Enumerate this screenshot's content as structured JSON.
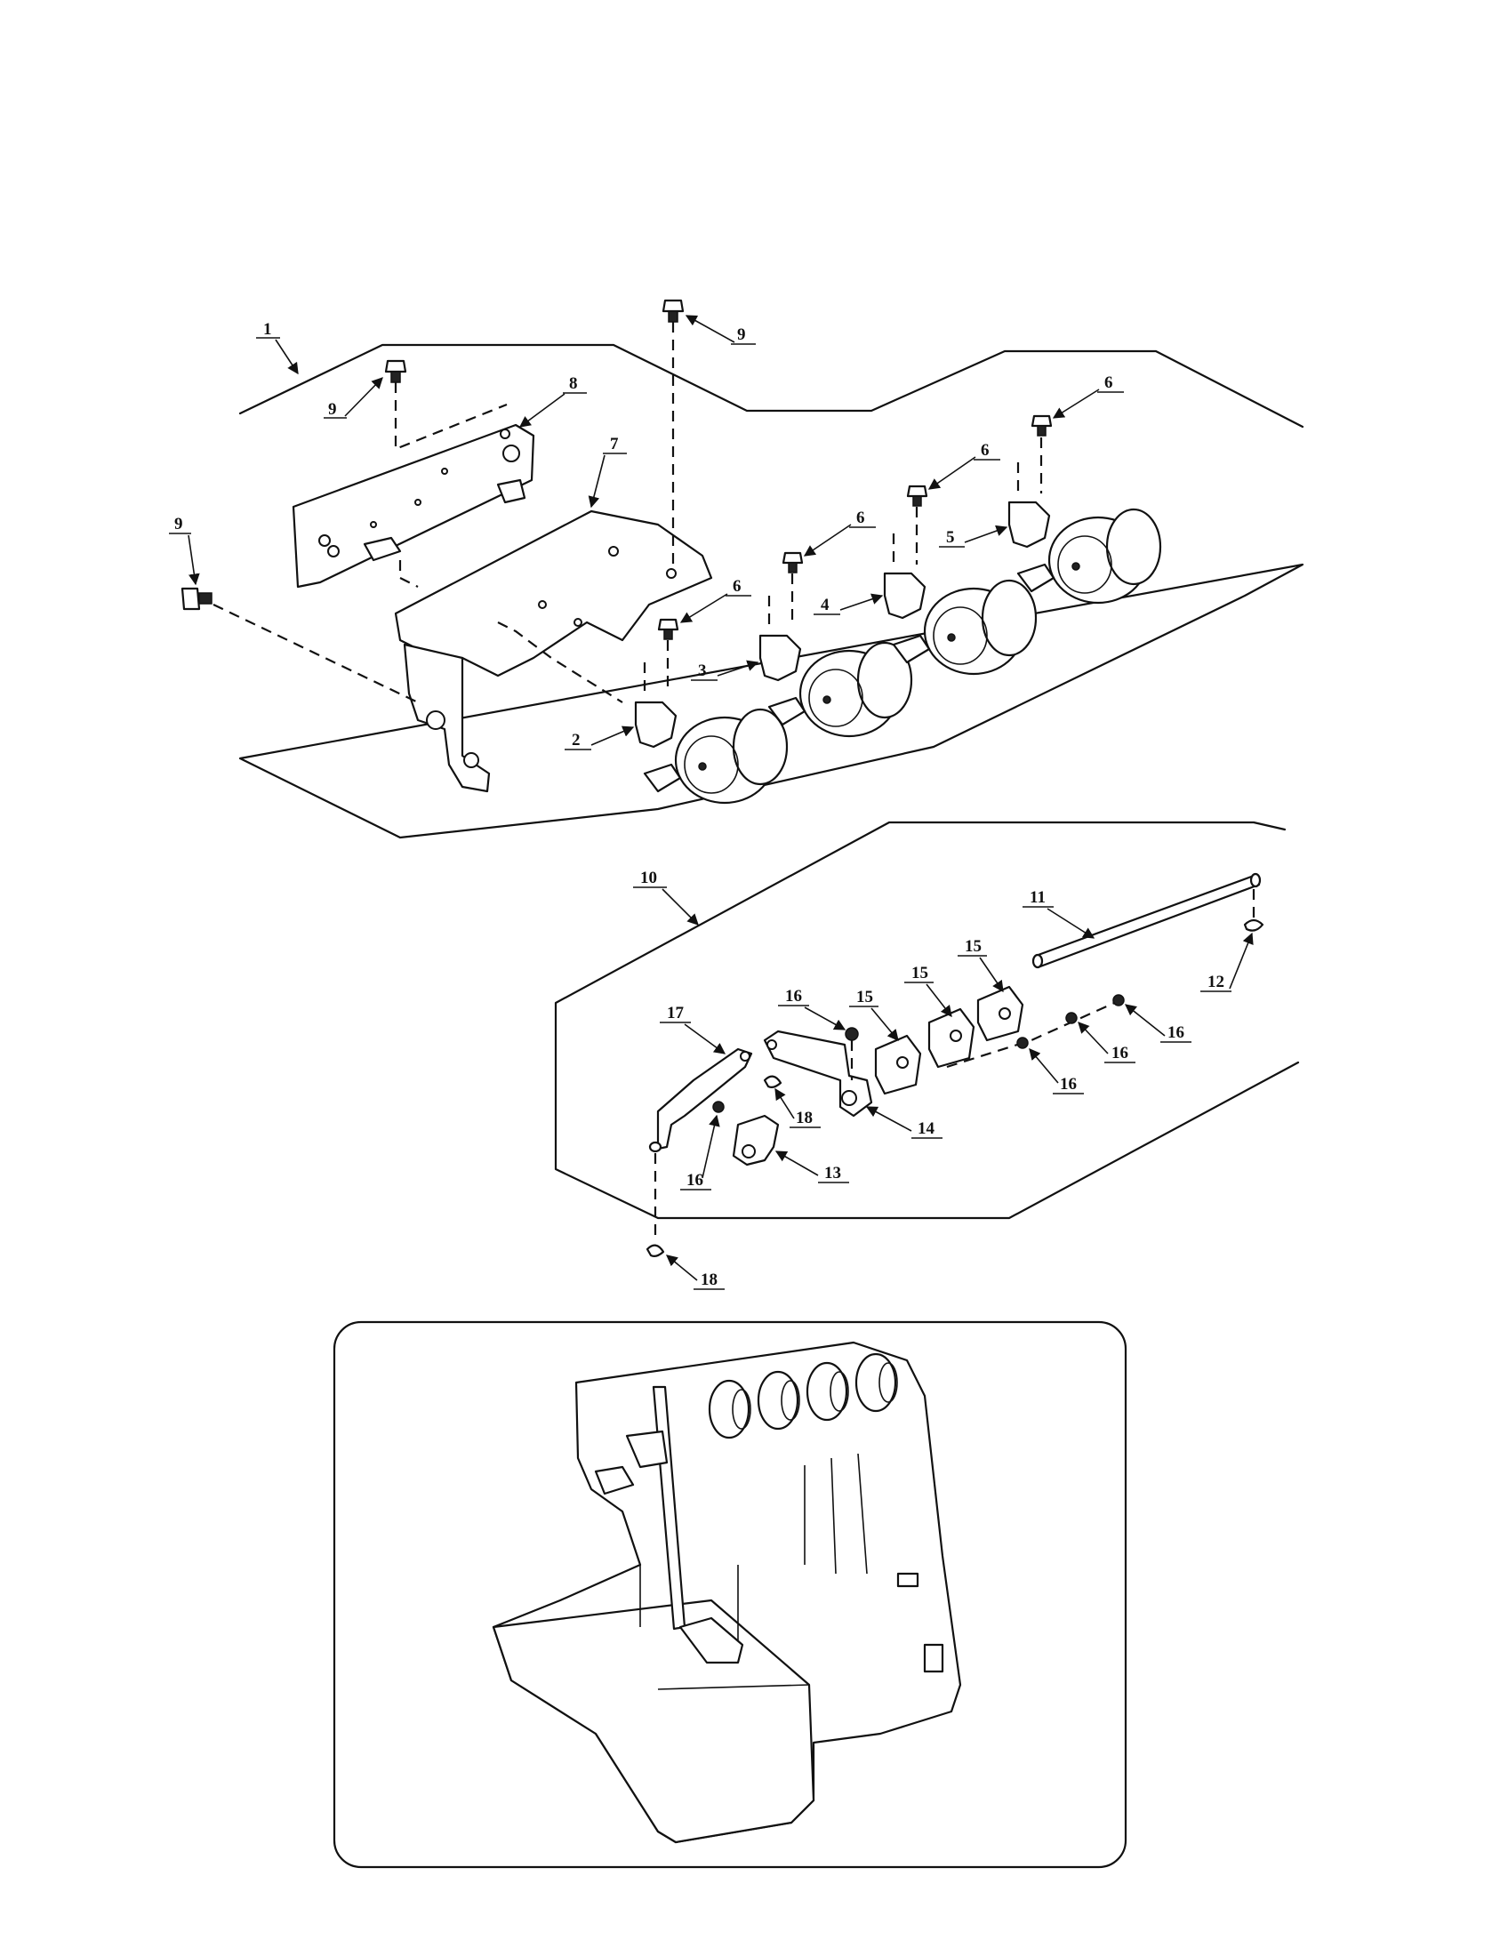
{
  "callouts": {
    "c1": "1",
    "c2": "2",
    "c3": "3",
    "c4": "4",
    "c5": "5",
    "c6a": "6",
    "c6b": "6",
    "c6c": "6",
    "c6d": "6",
    "c7": "7",
    "c8": "8",
    "c9a": "9",
    "c9b": "9",
    "c9c": "9",
    "c10": "10",
    "c11": "11",
    "c12": "12",
    "c13": "13",
    "c14": "14",
    "c15a": "15",
    "c15b": "15",
    "c15c": "15",
    "c16a": "16",
    "c16b": "16",
    "c16c": "16",
    "c16d": "16",
    "c16e": "16",
    "c17": "17",
    "c18a": "18",
    "c18b": "18"
  }
}
